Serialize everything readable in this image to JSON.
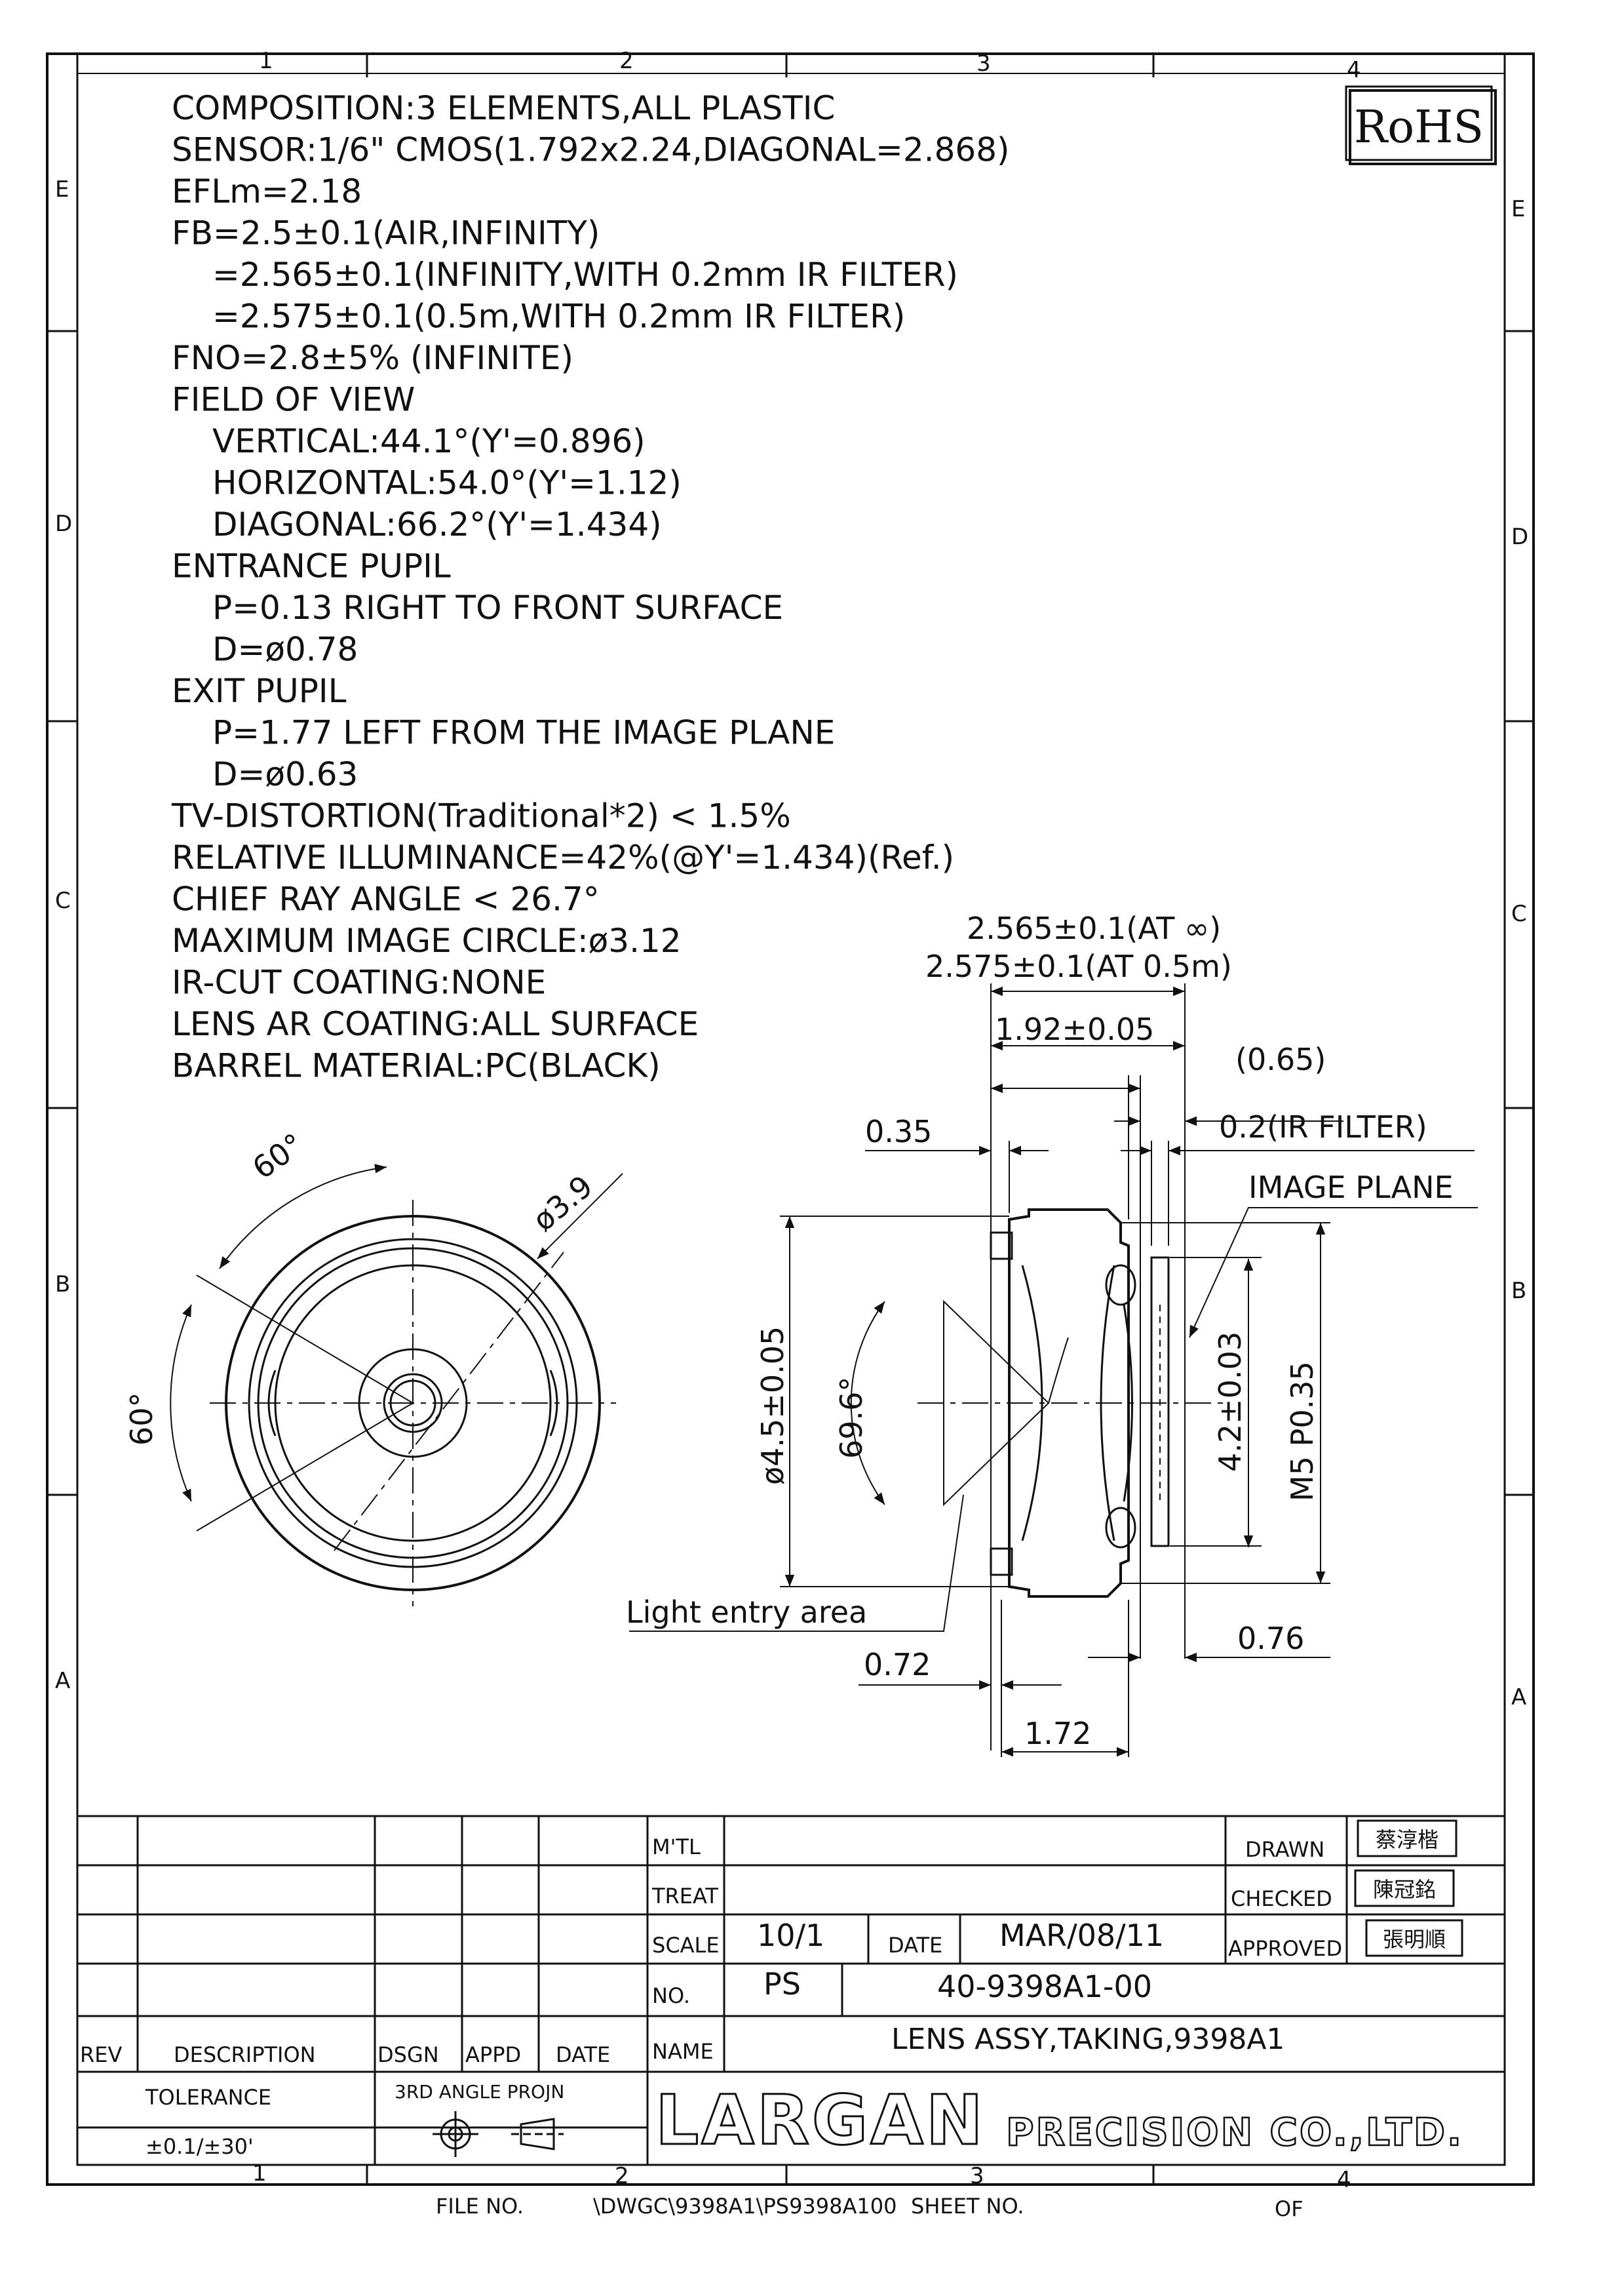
{
  "zones": {
    "columns": [
      "1",
      "2",
      "3",
      "4"
    ],
    "rows": [
      "E",
      "D",
      "C",
      "B",
      "A"
    ]
  },
  "rohs_badge": "RoHS",
  "specs": [
    {
      "text": "COMPOSITION:3 ELEMENTS,ALL PLASTIC",
      "indent": 0
    },
    {
      "text": "SENSOR:1/6\" CMOS(1.792x2.24,DIAGONAL=2.868)",
      "indent": 0
    },
    {
      "text": "EFLm=2.18",
      "indent": 0
    },
    {
      "text": "FB=2.5±0.1(AIR,INFINITY)",
      "indent": 0
    },
    {
      "text": "=2.565±0.1(INFINITY,WITH 0.2mm IR FILTER)",
      "indent": 1
    },
    {
      "text": "=2.575±0.1(0.5m,WITH 0.2mm IR FILTER)",
      "indent": 1
    },
    {
      "text": "FNO=2.8±5% (INFINITE)",
      "indent": 0
    },
    {
      "text": "FIELD OF VIEW",
      "indent": 0
    },
    {
      "text": "VERTICAL:44.1°(Y'=0.896)",
      "indent": 1
    },
    {
      "text": "HORIZONTAL:54.0°(Y'=1.12)",
      "indent": 1
    },
    {
      "text": "DIAGONAL:66.2°(Y'=1.434)",
      "indent": 1
    },
    {
      "text": "ENTRANCE PUPIL",
      "indent": 0
    },
    {
      "text": "P=0.13 RIGHT TO FRONT SURFACE",
      "indent": 1
    },
    {
      "text": "D=ø0.78",
      "indent": 1
    },
    {
      "text": "EXIT PUPIL",
      "indent": 0
    },
    {
      "text": "P=1.77 LEFT FROM THE IMAGE PLANE",
      "indent": 1
    },
    {
      "text": "D=ø0.63",
      "indent": 1
    },
    {
      "text": "TV-DISTORTION(Traditional*2) < 1.5%",
      "indent": 0
    },
    {
      "text": "RELATIVE ILLUMINANCE=42%(@Y'=1.434)(Ref.)",
      "indent": 0
    },
    {
      "text": "CHIEF RAY ANGLE < 26.7°",
      "indent": 0
    },
    {
      "text": "MAXIMUM IMAGE CIRCLE:ø3.12",
      "indent": 0
    },
    {
      "text": "IR-CUT COATING:NONE",
      "indent": 0
    },
    {
      "text": "LENS AR COATING:ALL SURFACE",
      "indent": 0
    },
    {
      "text": "BARREL MATERIAL:PC(BLACK)",
      "indent": 0
    }
  ],
  "front_view": {
    "angle_top": "60°",
    "angle_left": "60°",
    "diameter": "ø3.9"
  },
  "side_view": {
    "fb_inf": "2.565±0.1(AT ∞)",
    "fb_05m": "2.575±0.1(AT 0.5m)",
    "d_192": "1.92±0.05",
    "d_065": "(0.65)",
    "d_035": "0.35",
    "ir_filter": "0.2(IR FILTER)",
    "image_plane": "IMAGE PLANE",
    "dia_45": "ø4.5±0.05",
    "fov_angle": "69.6°",
    "d_42": "4.2±0.03",
    "thread": "M5 P0.35",
    "light_entry": "Light entry area",
    "d_072": "0.72",
    "d_076": "0.76",
    "d_172": "1.72"
  },
  "title_block": {
    "mtl_label": "M'TL",
    "treat_label": "TREAT",
    "scale_label": "SCALE",
    "scale_value": "10/1",
    "date_label": "DATE",
    "date_value": "MAR/08/11",
    "no_label": "NO.",
    "no_prefix": "PS",
    "drawing_no": "40-9398A1-00",
    "name_label": "NAME",
    "name_value": "LENS ASSY,TAKING,9398A1",
    "drawn_label": "DRAWN",
    "checked_label": "CHECKED",
    "approved_label": "APPROVED",
    "drawn_sig": "蔡淳楷",
    "checked_sig": "陳冠銘",
    "approved_sig": "張明順",
    "rev_label": "REV",
    "desc_label": "DESCRIPTION",
    "dsgn_label": "DSGN",
    "appd_label": "APPD",
    "date_col_label": "DATE",
    "tolerance_label": "TOLERANCE",
    "tolerance_value": "±0.1/±30'",
    "projection_label": "3RD ANGLE PROJN",
    "company_logo": "LARGAN",
    "company_suffix": "PRECISION CO.,LTD."
  },
  "footer": {
    "file_no_label": "FILE NO.",
    "file_path": "\\DWGC\\9398A1\\PS9398A100",
    "sheet_no_label": "SHEET NO.",
    "of_label": "OF"
  }
}
